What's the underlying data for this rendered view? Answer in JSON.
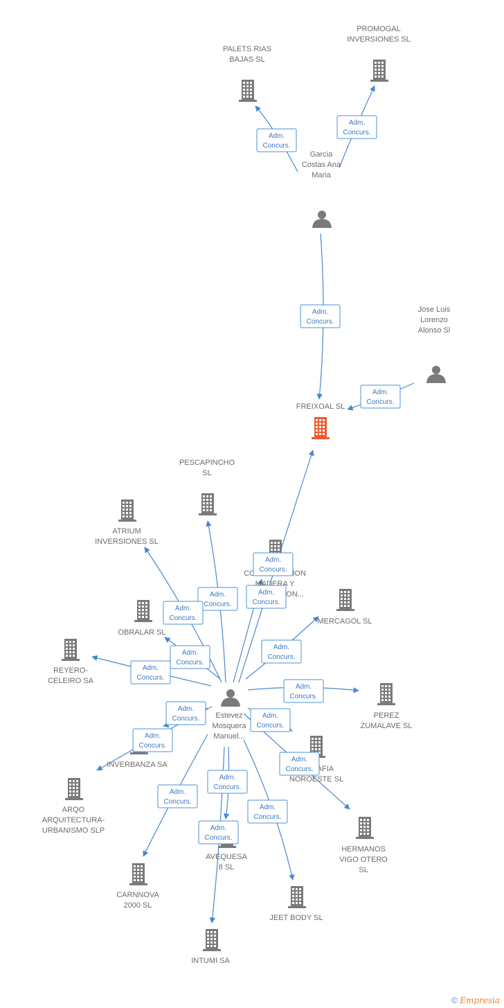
{
  "colors": {
    "company": "#7a7a7a",
    "focus": "#ef5a2c",
    "person": "#7a7a7a",
    "edge": "#4a86d0",
    "edge_label": "#3b78c2"
  },
  "nodes": [
    {
      "id": "promogal",
      "type": "company",
      "label": [
        "PROMOGAL",
        "INVERSIONES SL"
      ]
    },
    {
      "id": "palets",
      "type": "company",
      "label": [
        "PALETS RIAS",
        "BAJAS SL"
      ]
    },
    {
      "id": "garcia",
      "type": "person",
      "label": [
        "Garcia",
        "Costas Ana",
        "Maria"
      ]
    },
    {
      "id": "jose",
      "type": "person",
      "label": [
        "Jose Luis",
        "Lorenzo",
        "Alonso Sl"
      ]
    },
    {
      "id": "freixoal",
      "type": "focus",
      "label": [
        "FREIXOAL SL"
      ]
    },
    {
      "id": "pescapincho",
      "type": "company",
      "label": [
        "PESCAPINCHO",
        "SL"
      ]
    },
    {
      "id": "atrium",
      "type": "company",
      "label": [
        "ATRIUM",
        "INVERSIONES SL"
      ]
    },
    {
      "id": "construccion",
      "type": "company",
      "label": [
        "CONSTRUCCION",
        "MADERA Y",
        "DECORACION..."
      ]
    },
    {
      "id": "obralar",
      "type": "company",
      "label": [
        "OBRALAR SL"
      ]
    },
    {
      "id": "mercagol",
      "type": "company",
      "label": [
        "MERCAGOL SL"
      ]
    },
    {
      "id": "reyero",
      "type": "company",
      "label": [
        "REYERO-",
        "CELEIRO SA"
      ]
    },
    {
      "id": "estevez",
      "type": "person",
      "label": [
        "Estevez",
        "Mosquera",
        "Manuel..."
      ]
    },
    {
      "id": "perez",
      "type": "company",
      "label": [
        "PEREZ",
        "ZUMALAVE SL"
      ]
    },
    {
      "id": "inverbanza",
      "type": "company",
      "label": [
        "INVERBANZA SA"
      ]
    },
    {
      "id": "grafia",
      "type": "company",
      "label": [
        "...GRAFIA",
        "NOROESTE SL"
      ]
    },
    {
      "id": "arqo",
      "type": "company",
      "label": [
        "ARQO",
        "ARQUITECTURA-",
        "URBANISMO SLP"
      ]
    },
    {
      "id": "hermanos",
      "type": "company",
      "label": [
        "HERMANOS",
        "VIGO OTERO",
        "SL"
      ]
    },
    {
      "id": "avequesa",
      "type": "company",
      "label": [
        "AVEQUESA",
        "8 SL"
      ]
    },
    {
      "id": "carnnova",
      "type": "company",
      "label": [
        "CARNNOVA",
        "2000 SL"
      ]
    },
    {
      "id": "jeetbody",
      "type": "company",
      "label": [
        "JEET BODY SL"
      ]
    },
    {
      "id": "intumi",
      "type": "company",
      "label": [
        "INTUMI SA"
      ]
    }
  ],
  "edges": [
    {
      "from": "garcia",
      "to": "promogal",
      "label": [
        "Adm.",
        "Concurs."
      ]
    },
    {
      "from": "garcia",
      "to": "palets",
      "label": [
        "Adm.",
        "Concurs."
      ]
    },
    {
      "from": "garcia",
      "to": "freixoal",
      "label": [
        "Adm.",
        "Concurs."
      ]
    },
    {
      "from": "jose",
      "to": "freixoal",
      "label": [
        "Adm.",
        "Concurs."
      ]
    },
    {
      "from": "estevez",
      "to": "freixoal",
      "label": [
        "Adm.",
        "Concurs."
      ]
    },
    {
      "from": "estevez",
      "to": "pescapincho",
      "label": [
        "Adm.",
        "Concurs."
      ]
    },
    {
      "from": "estevez",
      "to": "atrium",
      "label": [
        "Adm.",
        "Concurs."
      ]
    },
    {
      "from": "estevez",
      "to": "construccion",
      "label": [
        "Adm.",
        "Concurs."
      ]
    },
    {
      "from": "estevez",
      "to": "obralar",
      "label": [
        "Adm.",
        "Concurs."
      ]
    },
    {
      "from": "estevez",
      "to": "mercagol",
      "label": [
        "Adm.",
        "Concurs."
      ]
    },
    {
      "from": "estevez",
      "to": "reyero",
      "label": [
        "Adm.",
        "Concurs."
      ]
    },
    {
      "from": "estevez",
      "to": "perez",
      "label": [
        "Adm.",
        "Concurs."
      ]
    },
    {
      "from": "estevez",
      "to": "inverbanza",
      "label": [
        "Adm.",
        "Concurs."
      ]
    },
    {
      "from": "estevez",
      "to": "grafia",
      "label": [
        "Adm.",
        "Concurs."
      ]
    },
    {
      "from": "estevez",
      "to": "arqo",
      "label": [
        "Adm.",
        "Concurs."
      ]
    },
    {
      "from": "estevez",
      "to": "hermanos",
      "label": [
        "Adm.",
        "Concurs."
      ]
    },
    {
      "from": "estevez",
      "to": "avequesa",
      "label": [
        "Adm.",
        "Concurs."
      ]
    },
    {
      "from": "estevez",
      "to": "carnnova",
      "label": [
        "Adm.",
        "Concurs."
      ]
    },
    {
      "from": "estevez",
      "to": "jeetbody",
      "label": [
        "Adm.",
        "Concurs."
      ]
    },
    {
      "from": "estevez",
      "to": "intumi",
      "label": [
        "Adm.",
        "Concurs."
      ]
    }
  ],
  "footer": {
    "copyright": "©",
    "brand": "Empresia"
  }
}
